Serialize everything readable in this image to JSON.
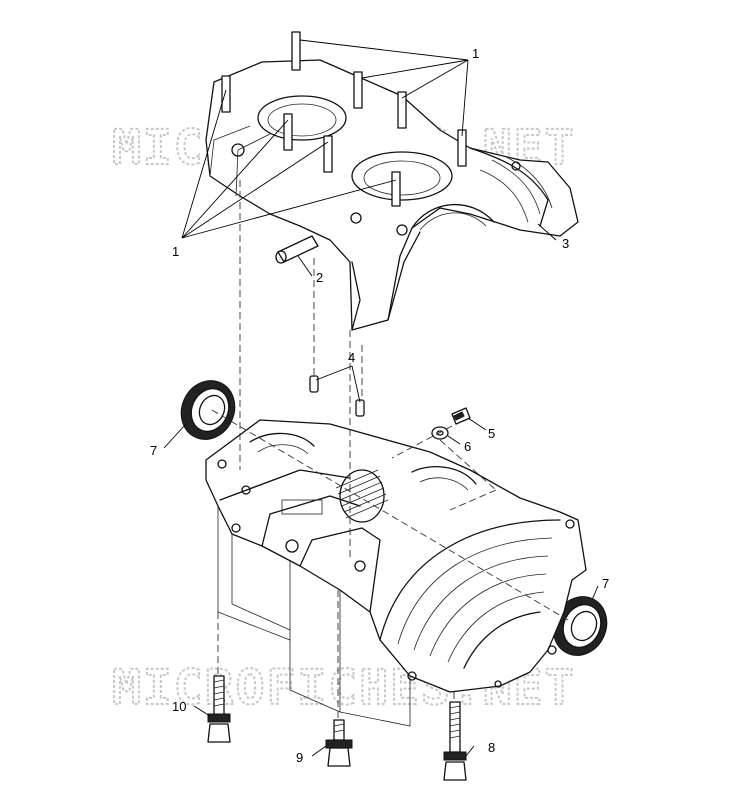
{
  "watermark": {
    "top": "MICROFICHES.NET",
    "bottom": "MICROFICHES.NET"
  },
  "callouts": {
    "c1_top": "1",
    "c1_left": "1",
    "c2": "2",
    "c3": "3",
    "c4": "4",
    "c5": "5",
    "c6": "6",
    "c7_left": "7",
    "c7_right": "7",
    "c8": "8",
    "c9": "9",
    "c10": "10"
  }
}
